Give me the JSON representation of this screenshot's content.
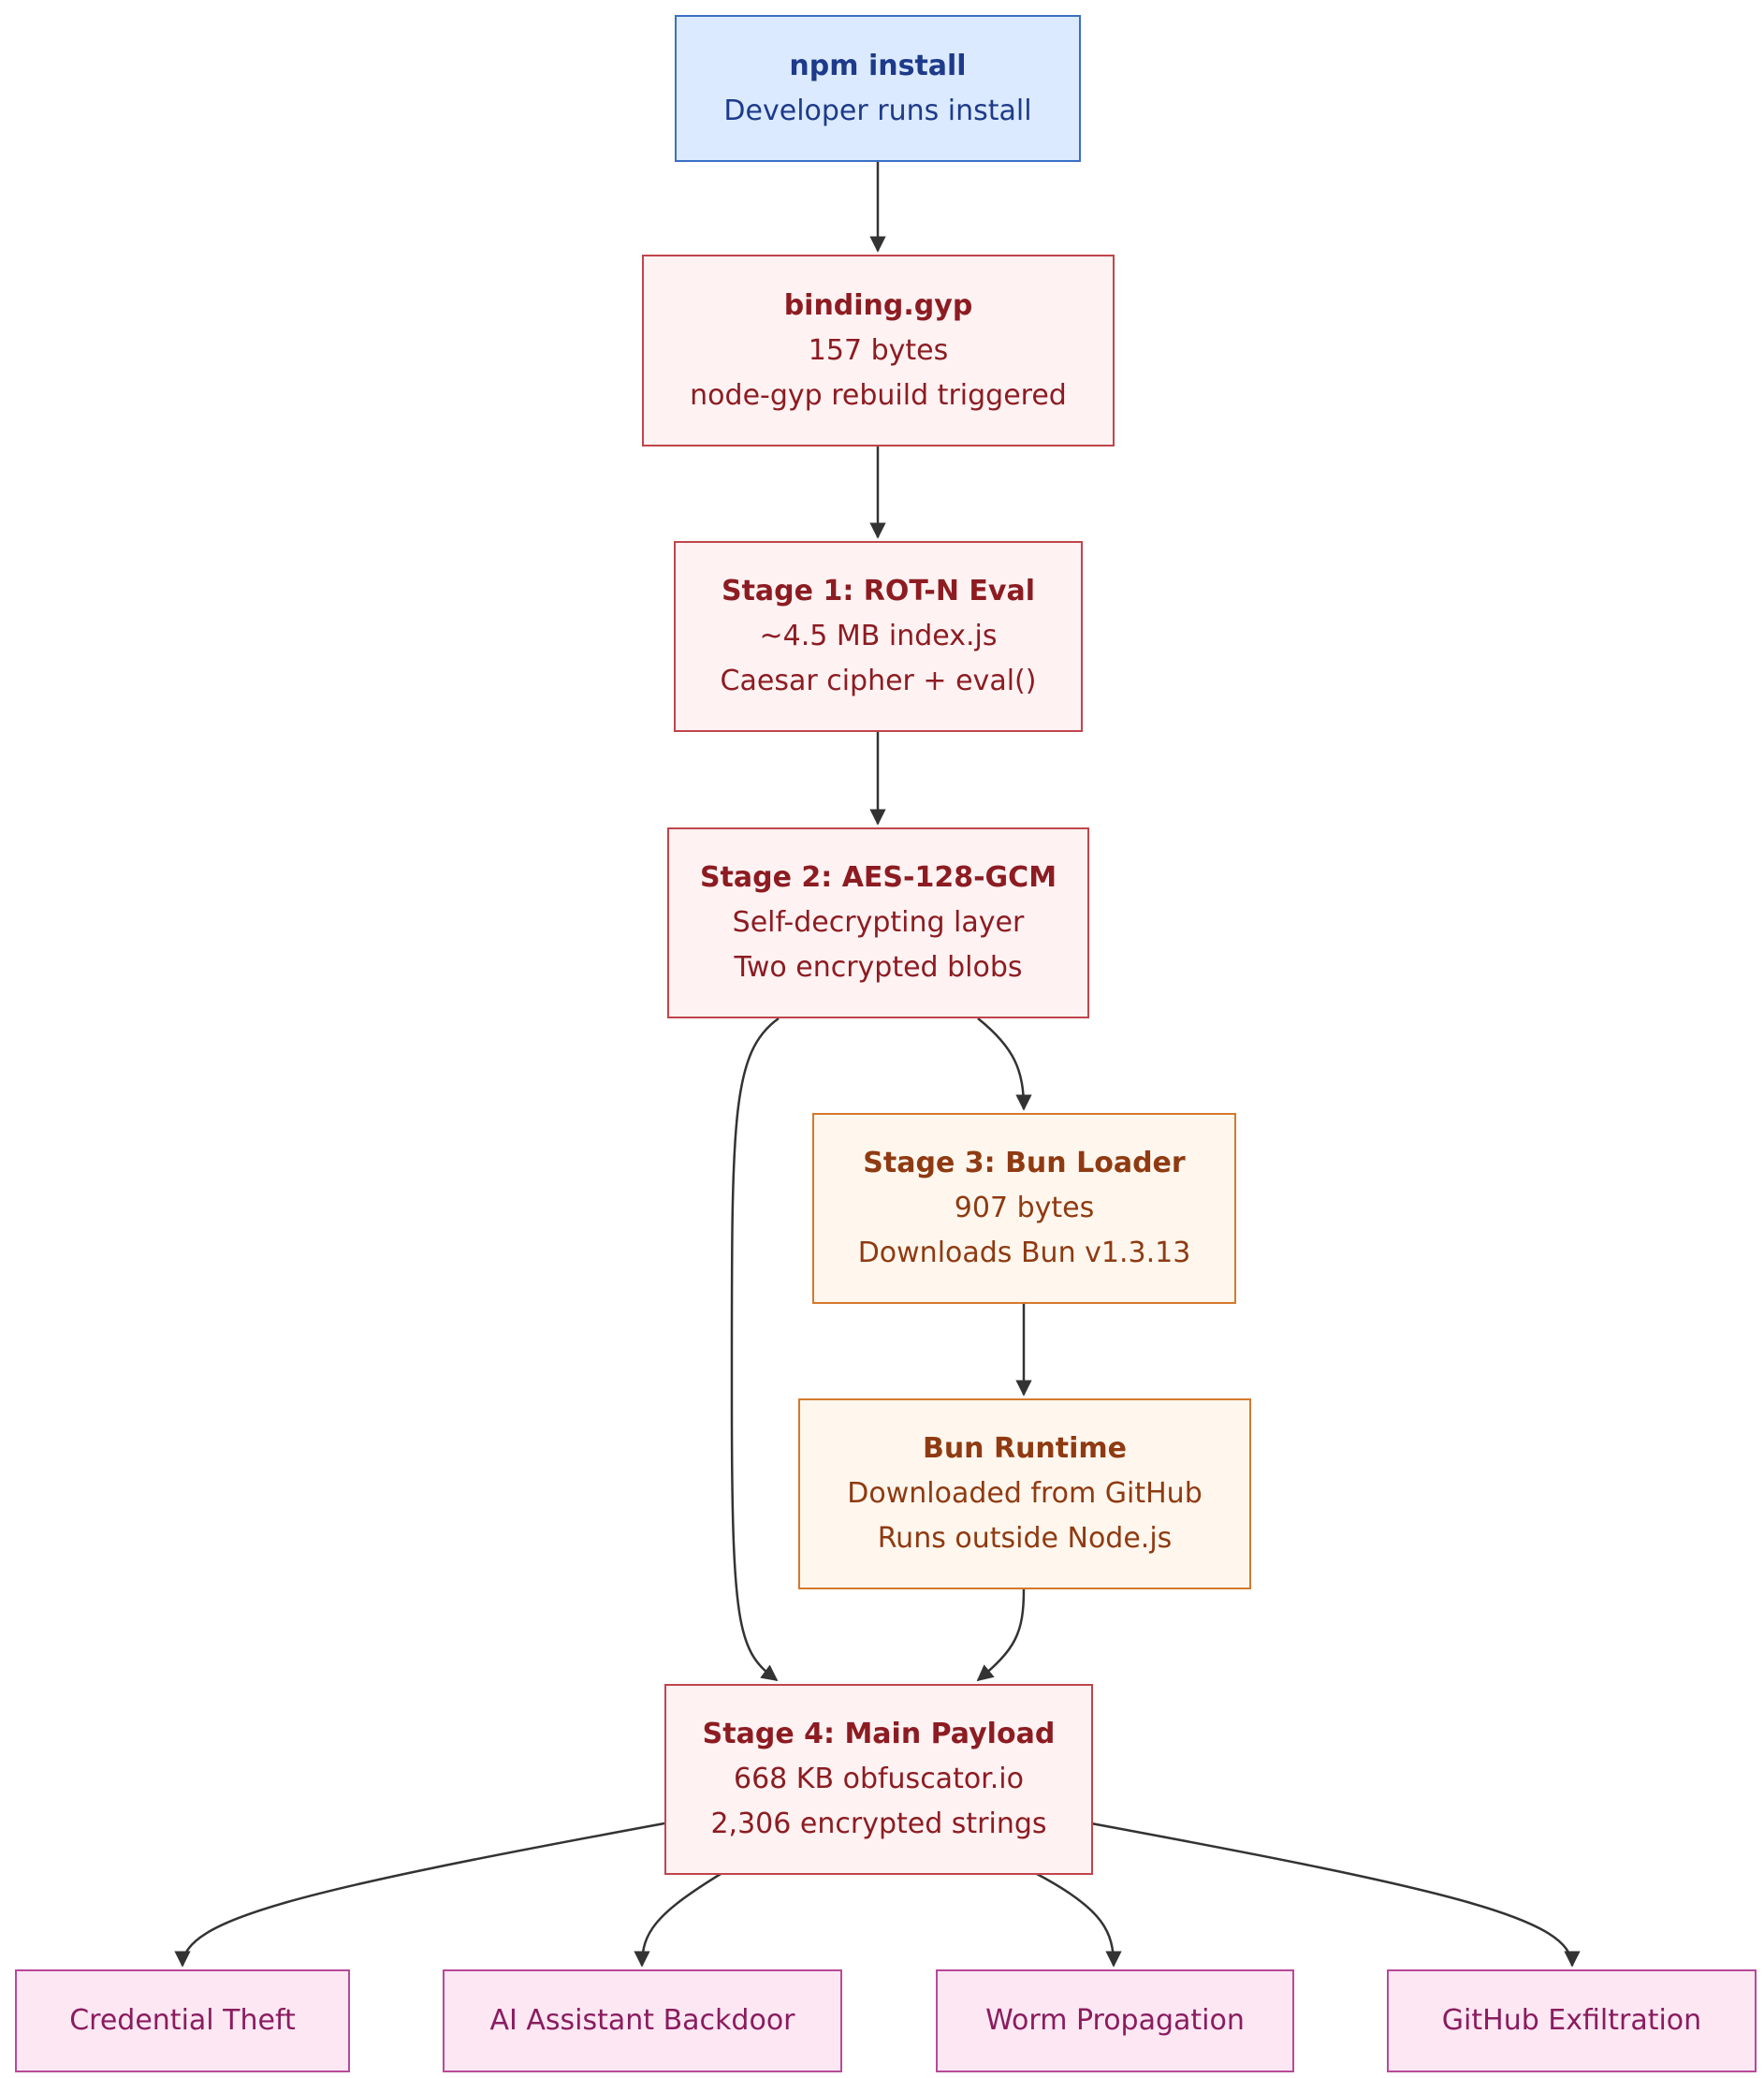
{
  "nodes": {
    "npm_install": {
      "title": "npm install",
      "lines": [
        "Developer runs install"
      ]
    },
    "binding_gyp": {
      "title": "binding.gyp",
      "lines": [
        "157 bytes",
        "node-gyp rebuild triggered"
      ]
    },
    "stage1": {
      "title": "Stage 1: ROT-N Eval",
      "lines": [
        "~4.5 MB index.js",
        "Caesar cipher + eval()"
      ]
    },
    "stage2": {
      "title": "Stage 2: AES-128-GCM",
      "lines": [
        "Self-decrypting layer",
        "Two encrypted blobs"
      ]
    },
    "stage3": {
      "title": "Stage 3: Bun Loader",
      "lines": [
        "907 bytes",
        "Downloads Bun v1.3.13"
      ]
    },
    "bun_runtime": {
      "title": "Bun Runtime",
      "lines": [
        "Downloaded from GitHub",
        "Runs outside Node.js"
      ]
    },
    "stage4": {
      "title": "Stage 4: Main Payload",
      "lines": [
        "668 KB obfuscator.io",
        "2,306 encrypted strings"
      ]
    },
    "credential_theft": {
      "title": "Credential Theft"
    },
    "ai_backdoor": {
      "title": "AI Assistant Backdoor"
    },
    "worm_propagation": {
      "title": "Worm Propagation"
    },
    "github_exfiltration": {
      "title": "GitHub Exfiltration"
    }
  },
  "edges": [
    [
      "npm_install",
      "binding_gyp"
    ],
    [
      "binding_gyp",
      "stage1"
    ],
    [
      "stage1",
      "stage2"
    ],
    [
      "stage2",
      "stage3"
    ],
    [
      "stage2",
      "stage4"
    ],
    [
      "stage3",
      "bun_runtime"
    ],
    [
      "bun_runtime",
      "stage4"
    ],
    [
      "stage4",
      "credential_theft"
    ],
    [
      "stage4",
      "ai_backdoor"
    ],
    [
      "stage4",
      "worm_propagation"
    ],
    [
      "stage4",
      "github_exfiltration"
    ]
  ],
  "colors": {
    "edge": "#333333",
    "entry_fill": "#dbeafe",
    "stage_fill": "#fef2f2",
    "bun_fill": "#fff7ed",
    "impact_fill": "#fce7f3"
  }
}
